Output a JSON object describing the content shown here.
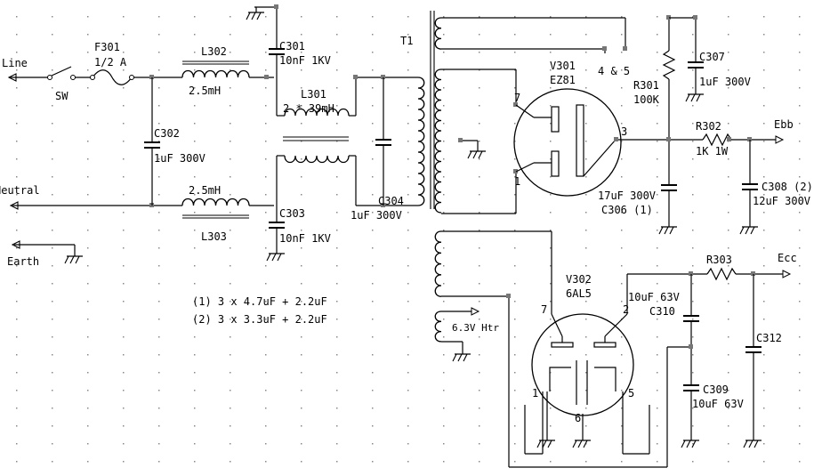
{
  "labels": {
    "line": "Line",
    "sw": "SW",
    "neutral": "Neutral",
    "earth": "Earth",
    "f301": "F301",
    "f301_val": "1/2 A",
    "l302": "L302",
    "l302_val": "2.5mH",
    "l303": "L303",
    "l303_val": "2.5mH",
    "c301": "C301",
    "c301_val": "10nF 1KV",
    "c302": "C302",
    "c302_val": "1uF 300V",
    "c303": "C303",
    "c303_val": "10nF 1KV",
    "l301": "L301",
    "l301_val": "2 * 39mH",
    "c304": "C304",
    "c304_val": "1uF 300V",
    "t1": "T1",
    "pins_45": "4 & 5",
    "v301": "V301",
    "ez81": "EZ81",
    "r301": "R301",
    "r301_val": "100K",
    "c307": "C307",
    "c307_val": "1uF 300V",
    "r302": "R302",
    "r302_val": "1K 1W",
    "ebb": "Ebb",
    "c306_val": "17uF 300V",
    "c306": "C306 (1)",
    "c308": "C308 (2)",
    "c308_val": "12uF 300V",
    "v302": "V302",
    "a6al5": "6AL5",
    "r303": "R303",
    "ecc": "Ecc",
    "c310_val": "10uF 63V",
    "c310": "C310",
    "c312": "C312",
    "c309": "C309",
    "c309_val": "10uF 63V",
    "htr": "6.3V Htr",
    "note1": "(1) 3 x 4.7uF + 2.2uF",
    "note2": "(2) 3 x 3.3uF + 2.2uF",
    "pin7a": "7",
    "pin1a": "1",
    "pin3": "3",
    "pin7b": "7",
    "pin2": "2",
    "pin1b": "1",
    "pin5": "5",
    "pin6": "6"
  }
}
